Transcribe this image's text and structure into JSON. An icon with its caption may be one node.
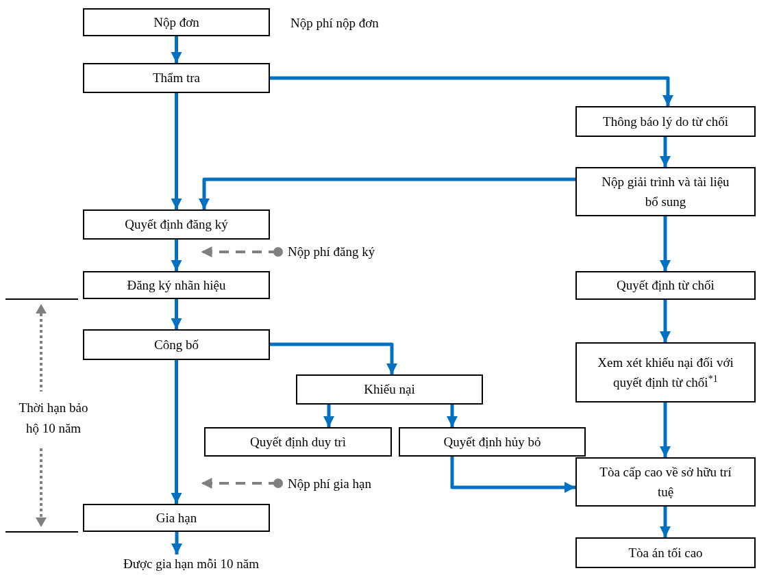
{
  "diagram": {
    "nodes": [
      {
        "text": [
          "Nộp đơn"
        ]
      },
      {
        "text": [
          "Thẩm tra"
        ]
      },
      {
        "text": [
          "Thông báo lý do từ chối"
        ]
      },
      {
        "text": [
          "Nộp giải trình và tài liệu bổ sung"
        ]
      },
      {
        "text": [
          "Quyết định đăng ký"
        ]
      },
      {
        "text": [
          "Nộp phí đăng ký"
        ]
      },
      {
        "text": [
          "Đăng ký nhãn hiệu"
        ]
      },
      {
        "text": [
          "Quyết định từ chối"
        ]
      },
      {
        "text": [
          "Công bố"
        ]
      },
      {
        "text": [
          "Xem xét khiếu nại đối với quyết định từ chối$^{*1}$"
        ]
      },
      {
        "text": [
          "Khiếu nại"
        ]
      },
      {
        "text": [
          "Quyết định duy trì"
        ]
      },
      {
        "text": [
          "Quyết định hủy bỏ"
        ]
      },
      {
        "text": [
          "Tòa cấp cao về sở hữu trí tuệ"
        ]
      },
      {
        "text": [
          "Nộp phí gia hạn"
        ]
      },
      {
        "text": [
          "Gia hạn"
        ]
      },
      {
        "text": [
          "Tòa án tối cao"
        ]
      },
      {
        "text": [
          "Được gia hạn mỗi 10 năm"
        ]
      }
    ],
    "edges": [
      {
        "from": 0,
        "to": 1,
        "arrow": "to"
      },
      {
        "from": 1,
        "to": 2,
        "arrow": "to"
      },
      {
        "from": 1,
        "to": 4,
        "arrow": "to"
      },
      {
        "from": 2,
        "to": 3,
        "arrow": "to"
      },
      {
        "from": 3,
        "to": 4,
        "arrow": "to"
      },
      {
        "from": 4,
        "to": 6,
        "arrow": "to"
      },
      {
        "from": 5,
        "to": 4,
        "arrow": "to",
        "style": "dashed",
        "color": "#808080"
      },
      {
        "from": 3,
        "to": 7,
        "arrow": "to"
      },
      {
        "from": 6,
        "to": 8,
        "arrow": "to"
      },
      {
        "from": 7,
        "to": 9,
        "arrow": "to"
      },
      {
        "from": 8,
        "to": 10,
        "arrow": "to"
      },
      {
        "from": 8,
        "to": 15,
        "arrow": "to"
      },
      {
        "from": 10,
        "to": 11,
        "arrow": "to"
      },
      {
        "from": 10,
        "to": 12,
        "arrow": "to"
      },
      {
        "from": 9,
        "to": 13,
        "arrow": "to"
      },
      {
        "from": 12,
        "to": 13,
        "arrow": "to"
      },
      {
        "from": 14,
        "to": 15,
        "arrow": "to",
        "style": "dashed",
        "color": "#808080"
      },
      {
        "from": 13,
        "to": 16,
        "arrow": "to"
      },
      {
        "from": 15,
        "to": 17,
        "arrow": "to"
      }
    ],
    "labels": [
      "Nộp phí nộp đơn",
      "Thời hạn bảo hộ 10 năm"
    ]
  }
}
